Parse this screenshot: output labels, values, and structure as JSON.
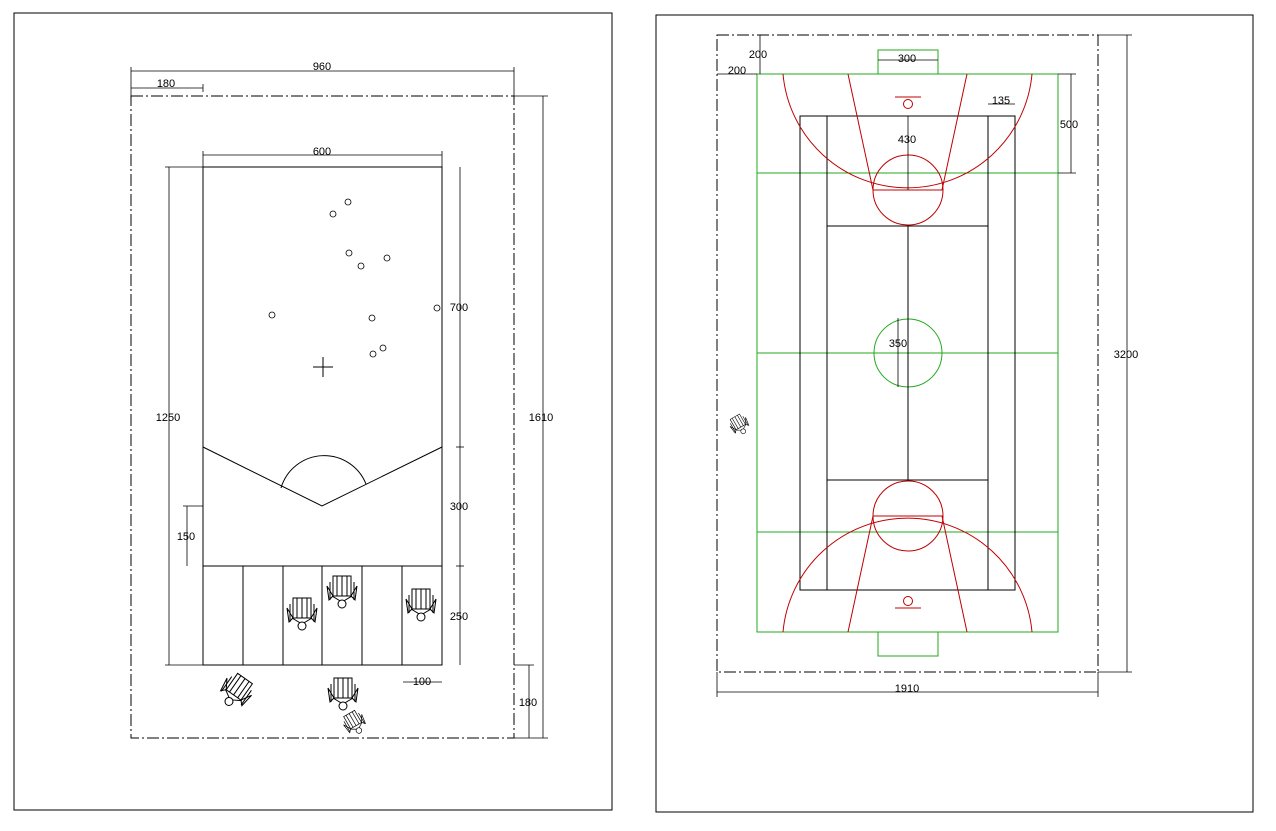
{
  "left_drawing": {
    "dims": {
      "overall_width": "960",
      "side_margin": "180",
      "court_width": "600",
      "court_length": "1250",
      "overall_length": "1610",
      "field_zone": "700",
      "throw_zone": "300",
      "arc_offset": "150",
      "lane_zone": "250",
      "lane_width": "100",
      "end_margin": "180"
    }
  },
  "right_drawing": {
    "dims": {
      "top_margin": "200",
      "left_margin": "200",
      "goal_area_width": "300",
      "key_offset": "135",
      "zone_depth": "500",
      "key_length": "430",
      "center_circle": "350",
      "overall_length": "3200",
      "overall_width": "1910"
    }
  },
  "colors": {
    "lines": "#000000",
    "court_green": "#22aa22",
    "marking_red": "#c00000"
  }
}
